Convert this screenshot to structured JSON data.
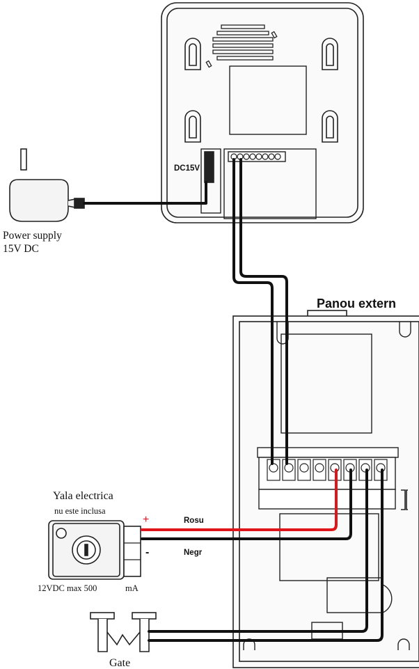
{
  "labels": {
    "dc_jack": "DC15V",
    "power_supply_line1": "Power supply",
    "power_supply_line2": "15V DC",
    "outdoor_panel": "Panou extern",
    "lock_title": "Yala electrica",
    "lock_note": "nu este inclusa",
    "lock_plus": "+",
    "lock_minus": "-",
    "wire_red": "Rosu",
    "wire_black": "Negr",
    "lock_rating": "12VDC max 500",
    "lock_rating_unit": "mA",
    "gate": "Gate"
  },
  "colors": {
    "wire_black": "#111111",
    "wire_red": "#e0141b",
    "outline": "#222222",
    "device_fill": "#f4f4f4",
    "plus_sign": "#e0141b"
  },
  "icons": {
    "power_adapter": "power-adapter-icon",
    "electric_lock": "electric-lock-icon",
    "gate": "gate-icon"
  }
}
